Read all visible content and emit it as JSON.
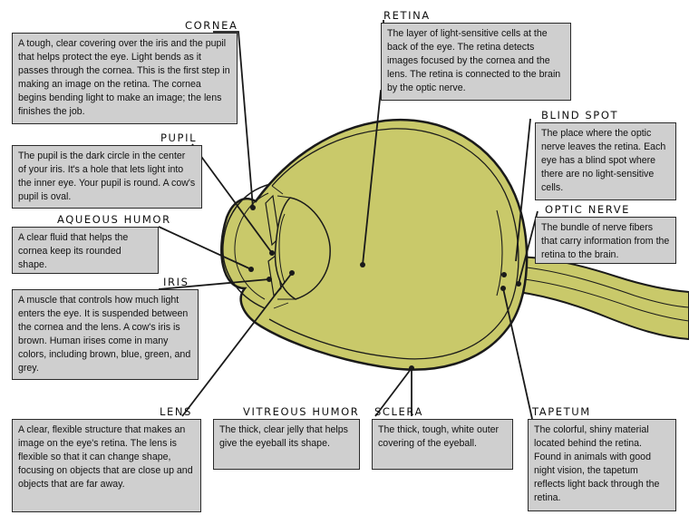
{
  "colors": {
    "eye_fill": "#c9c96a",
    "outline": "#1a1a1a",
    "box_fill": "#cfcfcf"
  },
  "labels": {
    "cornea": {
      "title": "CORNEA",
      "text": "A tough, clear covering over the iris and the pupil that helps protect the eye.  Light bends as it passes through the cornea. This is the first step in making an image on the retina. The cornea begins bending light to make an image; the lens finishes the job."
    },
    "pupil": {
      "title": "PUPIL",
      "text": "The pupil is the dark circle in the center of your iris. It's a hole that lets light into the inner eye. Your pupil is round. A cow's pupil is oval."
    },
    "aqueous_humor": {
      "title": "AQUEOUS HUMOR",
      "text": "A clear  fluid that helps the cornea keep its rounded shape."
    },
    "iris": {
      "title": "IRIS",
      "text": "A muscle that controls how much light enters the eye. It is suspended between the  cornea and the lens. A cow's iris is brown. Human irises come in many colors, including brown, blue, green, and grey."
    },
    "lens": {
      "title": "LENS",
      "text": "A clear, flexible structure that makes an image on the eye's retina. The lens is flexible so that it can change shape, focusing on objects that are close up and objects that are far away."
    },
    "vitreous_humor": {
      "title": "VITREOUS HUMOR",
      "text": "The thick, clear jelly that helps give the eyeball its shape."
    },
    "sclera": {
      "title": "SCLERA",
      "text": "The thick, tough, white outer covering of the eyeball."
    },
    "retina": {
      "title": "RETINA",
      "text": "The layer of light-sensitive cells at the back of the eye. The retina detects images focused by the cornea and the lens. The retina is connected to the brain by the optic nerve."
    },
    "blind_spot": {
      "title": "BLIND SPOT",
      "text": "The place where the optic nerve leaves the retina. Each eye has a blind spot where there are no light-sensitive cells."
    },
    "optic_nerve": {
      "title": "OPTIC NERVE",
      "text": "The bundle of nerve fibers that carry information from the retina to the brain."
    },
    "tapetum": {
      "title": "TAPETUM",
      "text": "The colorful, shiny material located behind the retina. Found in animals with good night vision, the tapetum reflects light back through the retina."
    }
  }
}
